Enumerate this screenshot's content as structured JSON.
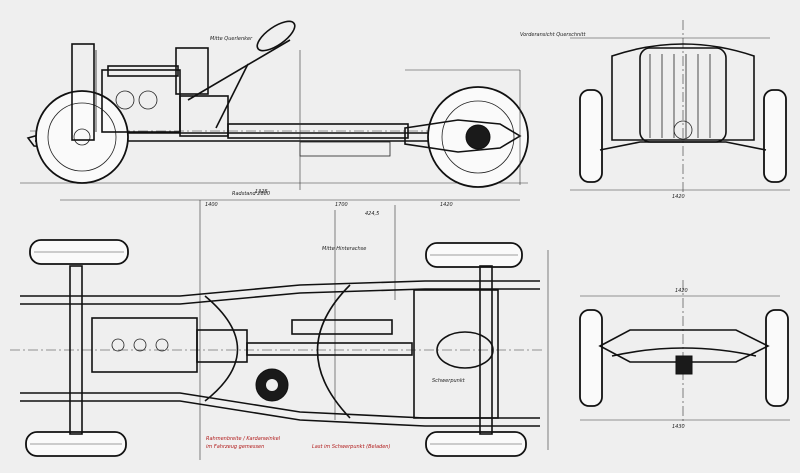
{
  "labels": {
    "side_note_top": "Mitte Querlenker",
    "side_track": "1325",
    "front_title": "Vorderansicht Querschnitt",
    "front_track": "1420",
    "wheelbase": "Radstand 2880",
    "dim_center": "1700",
    "dim_a": "424,5",
    "dim_left": "1400",
    "dim_right": "1420",
    "plan_note_a": "Schwerpunkt",
    "plan_note_b": "Mitte Hinterachse",
    "red_note_1": "Rahmenbreite / Kardanwinkel",
    "red_note_2": "im Fahrzeug gemessen",
    "red_note_3": "Last im Schwerpunkt (Beladen)",
    "rear_dim": "1420",
    "rear_track": "1430"
  }
}
